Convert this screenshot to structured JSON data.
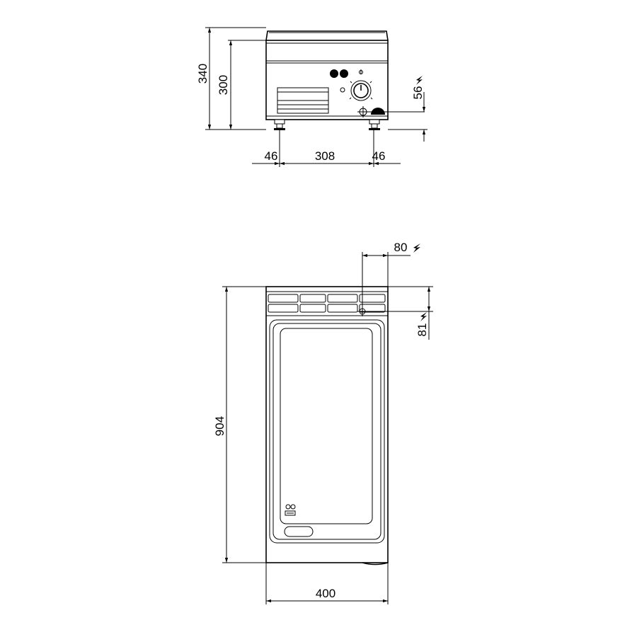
{
  "front_view": {
    "dimensions": {
      "total_height": "340",
      "body_height": "300",
      "connection_height": "56",
      "left_offset": "46",
      "foot_spacing": "308",
      "right_offset": "46"
    }
  },
  "top_view": {
    "dimensions": {
      "depth": "904",
      "width": "400",
      "connection_x": "80",
      "connection_y": "81"
    }
  }
}
